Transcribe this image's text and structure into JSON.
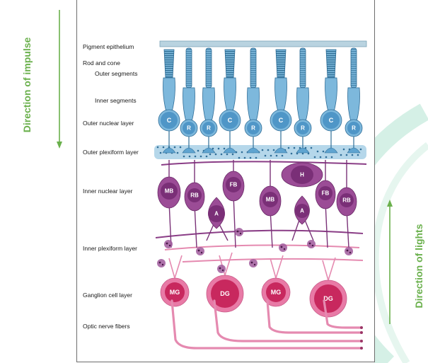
{
  "layer_labels": {
    "pigment": "Pigment epithelium",
    "rodcone": "Rod and cone",
    "outer_seg": "Outer segments",
    "inner_seg": "Inner segments",
    "onl": "Outer nuclear layer",
    "opl": "Outer plexiform layer",
    "inl": "Inner nuclear layer",
    "ipl": "Inner plexiform layer",
    "gcl": "Ganglion cell layer",
    "onf": "Optic nerve fibers"
  },
  "directions": {
    "impulse": "Direction of impulse",
    "light": "Direction of lights"
  },
  "photoreceptors": [
    "C",
    "R",
    "R",
    "C",
    "R",
    "C",
    "R",
    "C",
    "R"
  ],
  "interneurons": [
    "MB",
    "RB",
    "FB",
    "A",
    "MB",
    "H",
    "A",
    "FB",
    "RB"
  ],
  "ganglion_cells": [
    "MG",
    "DG",
    "MG",
    "DG"
  ],
  "colors": {
    "accent_green": "#6ab04c",
    "photoreceptor_blue": "#7db8dc",
    "interneuron_purple": "#9b4c96",
    "ganglion_pink": "#e87aa6",
    "pigment_band": "#b9d3e0"
  }
}
